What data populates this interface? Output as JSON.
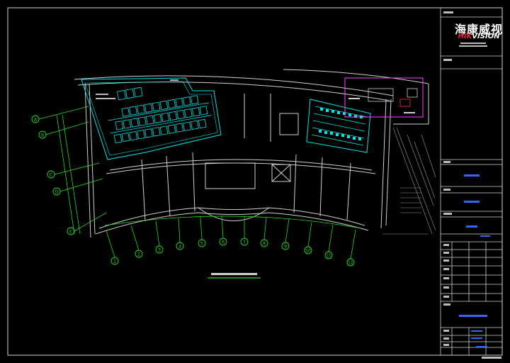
{
  "brand": {
    "name_cn": "海康威视",
    "name_en_prefix": "HIK",
    "name_en_suffix": "VISION"
  },
  "colors": {
    "background": "#000000",
    "wall": "#d0d0d0",
    "axis": "#22dd22",
    "equipment": "#00e5e5",
    "blue_note": "#3366ff",
    "magenta": "#ff44ff",
    "red": "#ff3030"
  },
  "axis_labels": {
    "bottom": [
      "1",
      "2",
      "3",
      "4",
      "5",
      "6",
      "7",
      "8",
      "9",
      "10",
      "11",
      "12"
    ],
    "left": [
      "A",
      "B",
      "C",
      "D",
      "E"
    ]
  }
}
